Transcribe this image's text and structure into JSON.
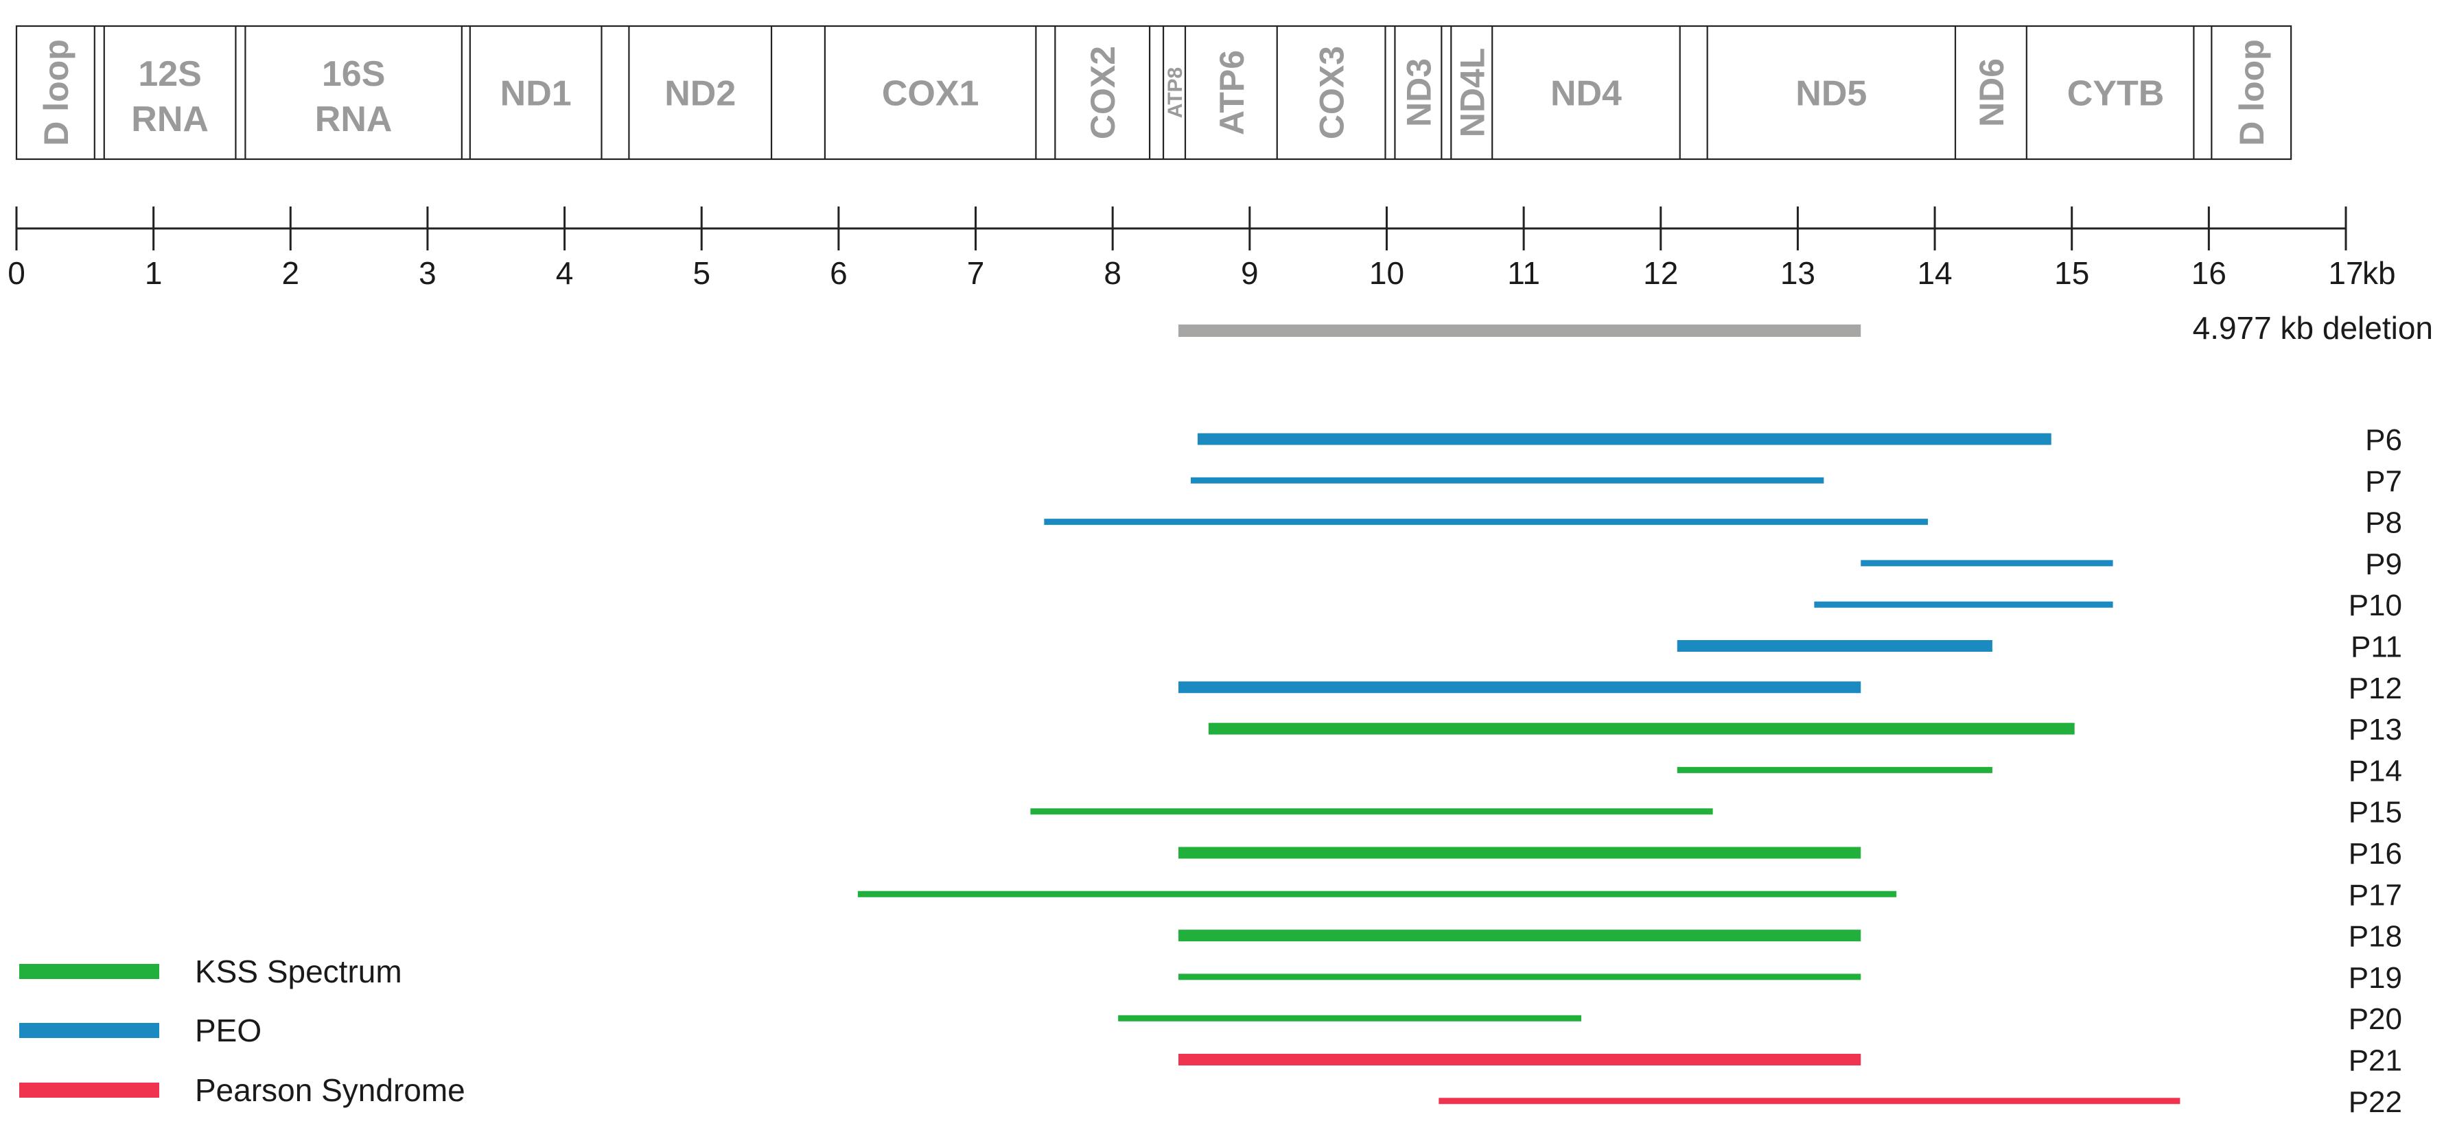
{
  "genome_map": {
    "genes": [
      {
        "label": "D loop",
        "start": 0,
        "end": 0.57,
        "orientation": "vertical"
      },
      {
        "label": "12S\nRNA",
        "start": 0.64,
        "end": 1.6,
        "orientation": "horizontal"
      },
      {
        "label": "16S\nRNA",
        "start": 1.67,
        "end": 3.25,
        "orientation": "horizontal"
      },
      {
        "label": "ND1",
        "start": 3.31,
        "end": 4.27,
        "orientation": "horizontal"
      },
      {
        "label": "ND2",
        "start": 4.47,
        "end": 5.51,
        "orientation": "horizontal"
      },
      {
        "label": "COX1",
        "start": 5.9,
        "end": 7.44,
        "orientation": "horizontal"
      },
      {
        "label": "COX2",
        "start": 7.58,
        "end": 8.27,
        "orientation": "vertical"
      },
      {
        "label": "ATP8",
        "start": 8.37,
        "end": 8.53,
        "orientation": "vertical",
        "small": true
      },
      {
        "label": "ATP6",
        "start": 8.53,
        "end": 9.2,
        "orientation": "vertical"
      },
      {
        "label": "COX3",
        "start": 9.2,
        "end": 9.99,
        "orientation": "vertical"
      },
      {
        "label": "ND3",
        "start": 10.06,
        "end": 10.4,
        "orientation": "vertical"
      },
      {
        "label": "ND4L",
        "start": 10.47,
        "end": 10.77,
        "orientation": "vertical"
      },
      {
        "label": "ND4",
        "start": 10.77,
        "end": 12.14,
        "orientation": "horizontal"
      },
      {
        "label": "ND5",
        "start": 12.34,
        "end": 14.15,
        "orientation": "horizontal"
      },
      {
        "label": "ND6",
        "start": 14.15,
        "end": 14.67,
        "orientation": "vertical"
      },
      {
        "label": "CYTB",
        "start": 14.75,
        "end": 15.89,
        "orientation": "horizontal"
      },
      {
        "label": "D loop",
        "start": 16.02,
        "end": 16.6,
        "orientation": "vertical"
      }
    ],
    "separators": [
      0.57,
      0.64,
      1.6,
      1.67,
      3.25,
      3.31,
      4.27,
      4.47,
      5.51,
      5.9,
      7.44,
      7.58,
      8.27,
      8.37,
      8.53,
      9.2,
      9.99,
      10.06,
      10.4,
      10.47,
      10.77,
      12.14,
      12.34,
      14.15,
      14.67,
      15.89,
      16.02
    ]
  },
  "axis": {
    "min": 0,
    "max": 17,
    "ticks": [
      "0",
      "1",
      "2",
      "3",
      "4",
      "5",
      "6",
      "7",
      "8",
      "9",
      "10",
      "11",
      "12",
      "13",
      "14",
      "15",
      "16",
      "17"
    ],
    "unit": "kb"
  },
  "common_deletion": {
    "start": 8.48,
    "end": 13.46,
    "label": "4.977 kb deletion",
    "color": "#a8a6a4"
  },
  "categories": {
    "PEO": {
      "color": "#1a8ac0"
    },
    "KSS Spectrum": {
      "color": "#22b03c"
    },
    "Pearson Syndrome": {
      "color": "#f0334e"
    }
  },
  "patients": [
    {
      "label": "P6",
      "start": 8.62,
      "end": 14.85,
      "category": "PEO",
      "thick": true
    },
    {
      "label": "P7",
      "start": 8.57,
      "end": 13.19,
      "category": "PEO",
      "thick": false
    },
    {
      "label": "P8",
      "start": 7.5,
      "end": 13.95,
      "category": "PEO",
      "thick": false
    },
    {
      "label": "P9",
      "start": 13.46,
      "end": 15.3,
      "category": "PEO",
      "thick": false
    },
    {
      "label": "P10",
      "start": 13.12,
      "end": 15.3,
      "category": "PEO",
      "thick": false
    },
    {
      "label": "P11",
      "start": 12.12,
      "end": 14.42,
      "category": "PEO",
      "thick": true
    },
    {
      "label": "P12",
      "start": 8.48,
      "end": 13.46,
      "category": "PEO",
      "thick": true
    },
    {
      "label": "P13",
      "start": 8.7,
      "end": 15.02,
      "category": "KSS Spectrum",
      "thick": true
    },
    {
      "label": "P14",
      "start": 12.12,
      "end": 14.42,
      "category": "KSS Spectrum",
      "thick": false
    },
    {
      "label": "P15",
      "start": 7.4,
      "end": 12.38,
      "category": "KSS Spectrum",
      "thick": false
    },
    {
      "label": "P16",
      "start": 8.48,
      "end": 13.46,
      "category": "KSS Spectrum",
      "thick": true
    },
    {
      "label": "P17",
      "start": 6.14,
      "end": 13.72,
      "category": "KSS Spectrum",
      "thick": false
    },
    {
      "label": "P18",
      "start": 8.48,
      "end": 13.46,
      "category": "KSS Spectrum",
      "thick": true
    },
    {
      "label": "P19",
      "start": 8.48,
      "end": 13.46,
      "category": "KSS Spectrum",
      "thick": false
    },
    {
      "label": "P20",
      "start": 8.04,
      "end": 11.42,
      "category": "KSS Spectrum",
      "thick": false
    },
    {
      "label": "P21",
      "start": 8.48,
      "end": 13.46,
      "category": "Pearson Syndrome",
      "thick": true
    },
    {
      "label": "P22",
      "start": 10.38,
      "end": 15.79,
      "category": "Pearson Syndrome",
      "thick": false
    }
  ],
  "legend": [
    {
      "label": "KSS Spectrum",
      "category": "KSS Spectrum"
    },
    {
      "label": "PEO",
      "category": "PEO"
    },
    {
      "label": "Pearson Syndrome",
      "category": "Pearson Syndrome"
    }
  ]
}
